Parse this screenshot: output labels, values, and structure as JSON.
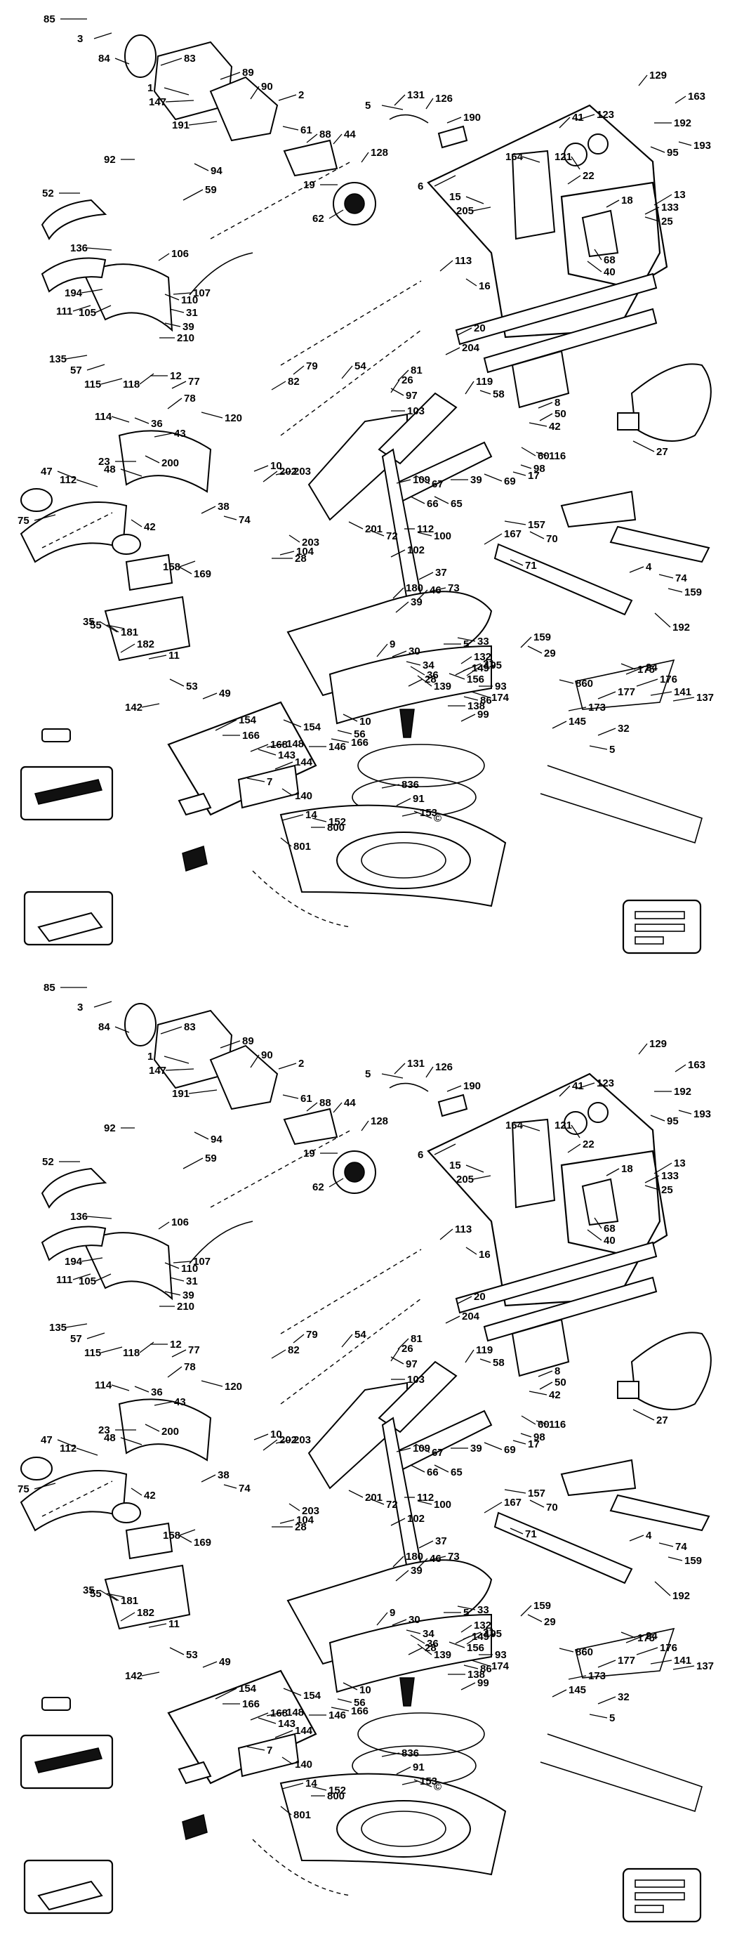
{
  "panels": [
    {
      "labels": [
        "85",
        "3",
        "84",
        "83",
        "89",
        "2",
        "90",
        "1",
        "147",
        "191",
        "61",
        "88",
        "44",
        "131",
        "126",
        "190",
        "5",
        "129",
        "163",
        "192",
        "193",
        "95",
        "128",
        "19",
        "62",
        "92",
        "94",
        "6",
        "164",
        "121",
        "15",
        "205",
        "123",
        "41",
        "22",
        "13",
        "18",
        "133",
        "25",
        "68",
        "40",
        "52",
        "59",
        "136",
        "106",
        "107",
        "194",
        "105",
        "111",
        "110",
        "31",
        "39",
        "210",
        "113",
        "16",
        "20",
        "204",
        "135",
        "57",
        "115",
        "118",
        "12",
        "77",
        "78",
        "79",
        "82",
        "54",
        "81",
        "26",
        "97",
        "103",
        "119",
        "58",
        "8",
        "50",
        "42",
        "60",
        "116",
        "98",
        "27",
        "114",
        "36",
        "120",
        "43",
        "23",
        "200",
        "47",
        "112",
        "75",
        "48",
        "10",
        "202",
        "203",
        "109",
        "67",
        "66",
        "65",
        "69",
        "74",
        "38",
        "39",
        "17",
        "42",
        "167",
        "157",
        "203",
        "201",
        "72",
        "102",
        "100",
        "112",
        "70",
        "71",
        "104",
        "28",
        "158",
        "169",
        "180",
        "37",
        "73",
        "46",
        "39",
        "74",
        "4",
        "159",
        "192",
        "55",
        "181",
        "182",
        "11",
        "9",
        "30",
        "33",
        "34",
        "36",
        "139",
        "5",
        "132",
        "21",
        "28",
        "156",
        "159",
        "29",
        "195",
        "93",
        "149",
        "174",
        "86",
        "138",
        "99",
        "24",
        "176",
        "141",
        "137",
        "175",
        "177",
        "860",
        "173",
        "145",
        "32",
        "5",
        "35",
        "53",
        "49",
        "154",
        "142",
        "166",
        "168",
        "148",
        "143",
        "154",
        "10",
        "56",
        "146",
        "166",
        "144",
        "7",
        "140",
        "14",
        "152",
        "800",
        "801",
        "836",
        "91",
        "153",
        "©"
      ]
    },
    {
      "labels": [
        "85",
        "3",
        "84",
        "83",
        "89",
        "2",
        "90",
        "1",
        "147",
        "191",
        "61",
        "88",
        "44",
        "131",
        "126",
        "190",
        "5",
        "129",
        "163",
        "192",
        "193",
        "95",
        "128",
        "19",
        "62",
        "92",
        "94",
        "6",
        "164",
        "121",
        "15",
        "205",
        "123",
        "41",
        "22",
        "13",
        "18",
        "133",
        "25",
        "68",
        "40",
        "52",
        "59",
        "136",
        "106",
        "107",
        "194",
        "105",
        "111",
        "110",
        "31",
        "39",
        "210",
        "113",
        "16",
        "20",
        "204",
        "135",
        "57",
        "115",
        "118",
        "12",
        "77",
        "78",
        "79",
        "82",
        "54",
        "81",
        "26",
        "97",
        "103",
        "119",
        "58",
        "8",
        "50",
        "42",
        "60",
        "116",
        "98",
        "27",
        "114",
        "36",
        "120",
        "43",
        "23",
        "200",
        "47",
        "112",
        "75",
        "48",
        "10",
        "202",
        "203",
        "109",
        "67",
        "66",
        "65",
        "69",
        "74",
        "38",
        "39",
        "17",
        "42",
        "167",
        "157",
        "203",
        "201",
        "72",
        "102",
        "100",
        "112",
        "70",
        "71",
        "104",
        "28",
        "158",
        "169",
        "180",
        "37",
        "73",
        "46",
        "39",
        "74",
        "4",
        "159",
        "192",
        "55",
        "181",
        "182",
        "11",
        "9",
        "30",
        "33",
        "34",
        "36",
        "139",
        "5",
        "132",
        "21",
        "28",
        "156",
        "159",
        "29",
        "195",
        "93",
        "149",
        "174",
        "86",
        "138",
        "99",
        "24",
        "176",
        "141",
        "137",
        "175",
        "177",
        "860",
        "173",
        "145",
        "32",
        "5",
        "35",
        "53",
        "49",
        "154",
        "142",
        "166",
        "168",
        "148",
        "143",
        "154",
        "10",
        "56",
        "146",
        "166",
        "144",
        "7",
        "140",
        "14",
        "152",
        "800",
        "801",
        "836",
        "91",
        "153",
        "©"
      ]
    }
  ]
}
